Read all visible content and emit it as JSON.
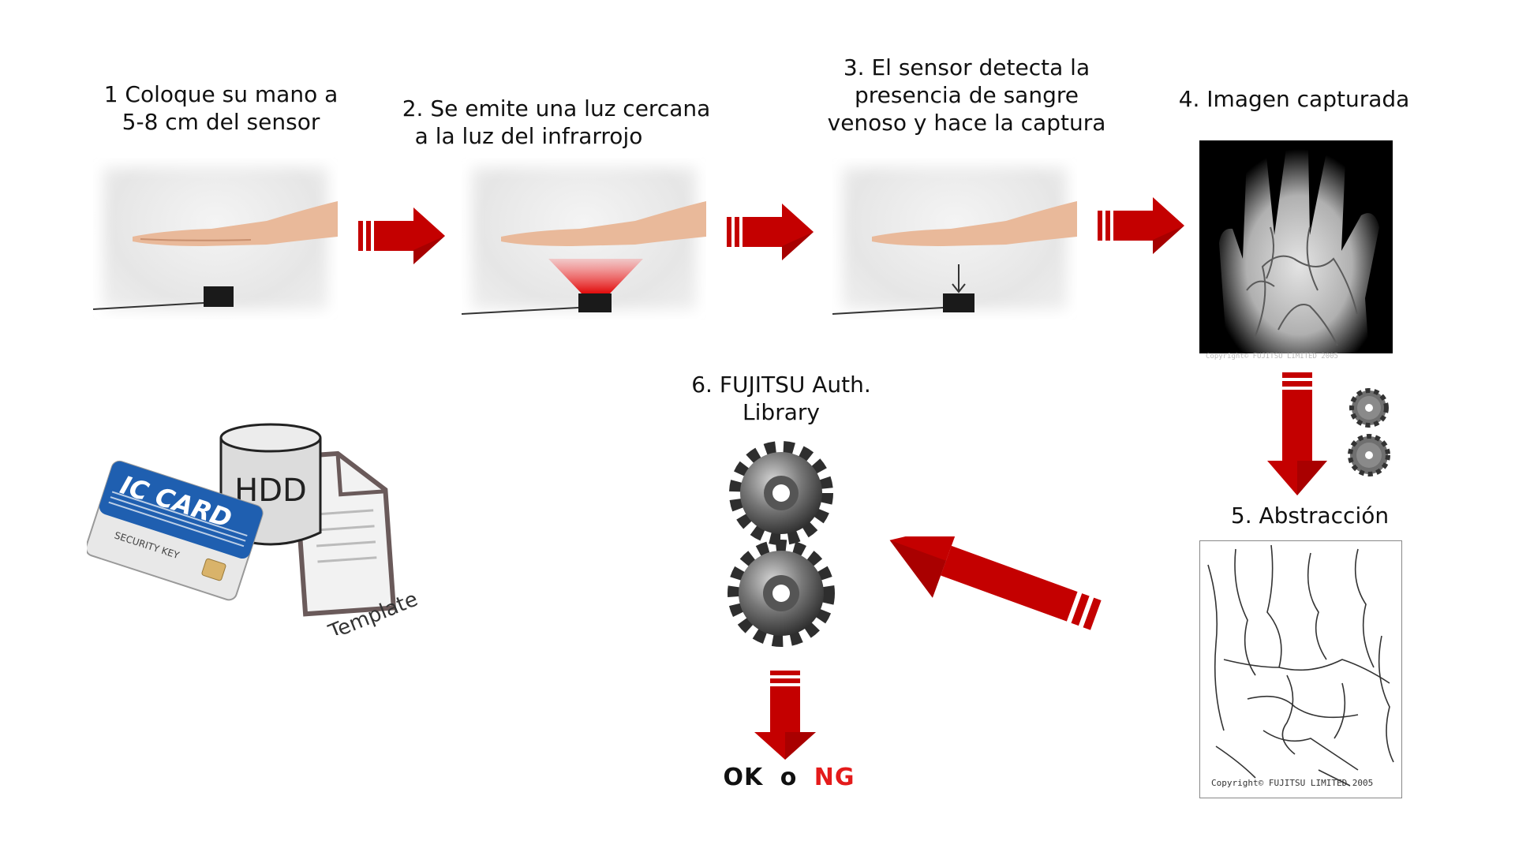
{
  "steps": [
    {
      "line1": "1 Coloque su mano a",
      "line2": "5-8 cm del sensor"
    },
    {
      "line1": "2.  Se emite una luz cercana",
      "line2": "a  la luz del infrarrojo"
    },
    {
      "line1": "3.  El sensor  detecta la",
      "line2": "presencia de sangre",
      "line3": "venoso y hace la captura"
    },
    {
      "line1": "4. Imagen capturada"
    }
  ],
  "abstraction": {
    "label": "5. Abstracción"
  },
  "library": {
    "line1": "6. FUJITSU Auth.",
    "line2": "Library"
  },
  "result": {
    "ok": "OK",
    "sep": "o",
    "ng": "NG"
  },
  "storage": {
    "hdd": "HDD",
    "ic_card": "IC CARD",
    "security_key": "SECURITY KEY",
    "template": "Template"
  },
  "copyright": "Copyright© FUJITSU LIMITED 2005",
  "colors": {
    "arrow": "#c40000",
    "arrow_dark": "#8a0000",
    "ng": "#e41b1b",
    "ic_blue": "#1f5fb0"
  },
  "icons": [
    "hand",
    "palm-sensor",
    "infrared-light",
    "down-arrow-icon",
    "gear-icon",
    "hdd-cylinder-icon",
    "ic-card-icon",
    "template-document-icon"
  ]
}
